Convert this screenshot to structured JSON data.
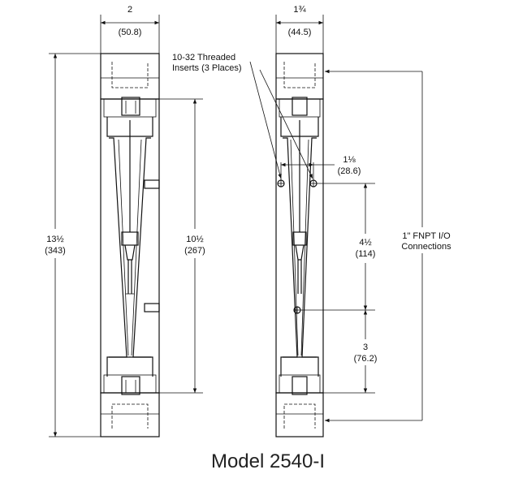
{
  "title": "Model 2540-I",
  "front_view": {
    "width_in": "2",
    "width_mm": "(50.8)",
    "overall_in": "13½",
    "overall_mm": "(343)",
    "scale_in": "10½",
    "scale_mm": "(267)"
  },
  "side_view": {
    "width_in": "1¾",
    "width_mm": "(44.5)",
    "insert_note_line1": "10-32 Threaded",
    "insert_note_line2": "Inserts (3 Places)",
    "insert_spacing_in": "1⅛",
    "insert_spacing_mm": "(28.6)",
    "upper_span_in": "4½",
    "upper_span_mm": "(114)",
    "lower_span_in": "3",
    "lower_span_mm": "(76.2)",
    "connections_line1": "1\" FNPT I/O",
    "connections_line2": "Connections"
  }
}
